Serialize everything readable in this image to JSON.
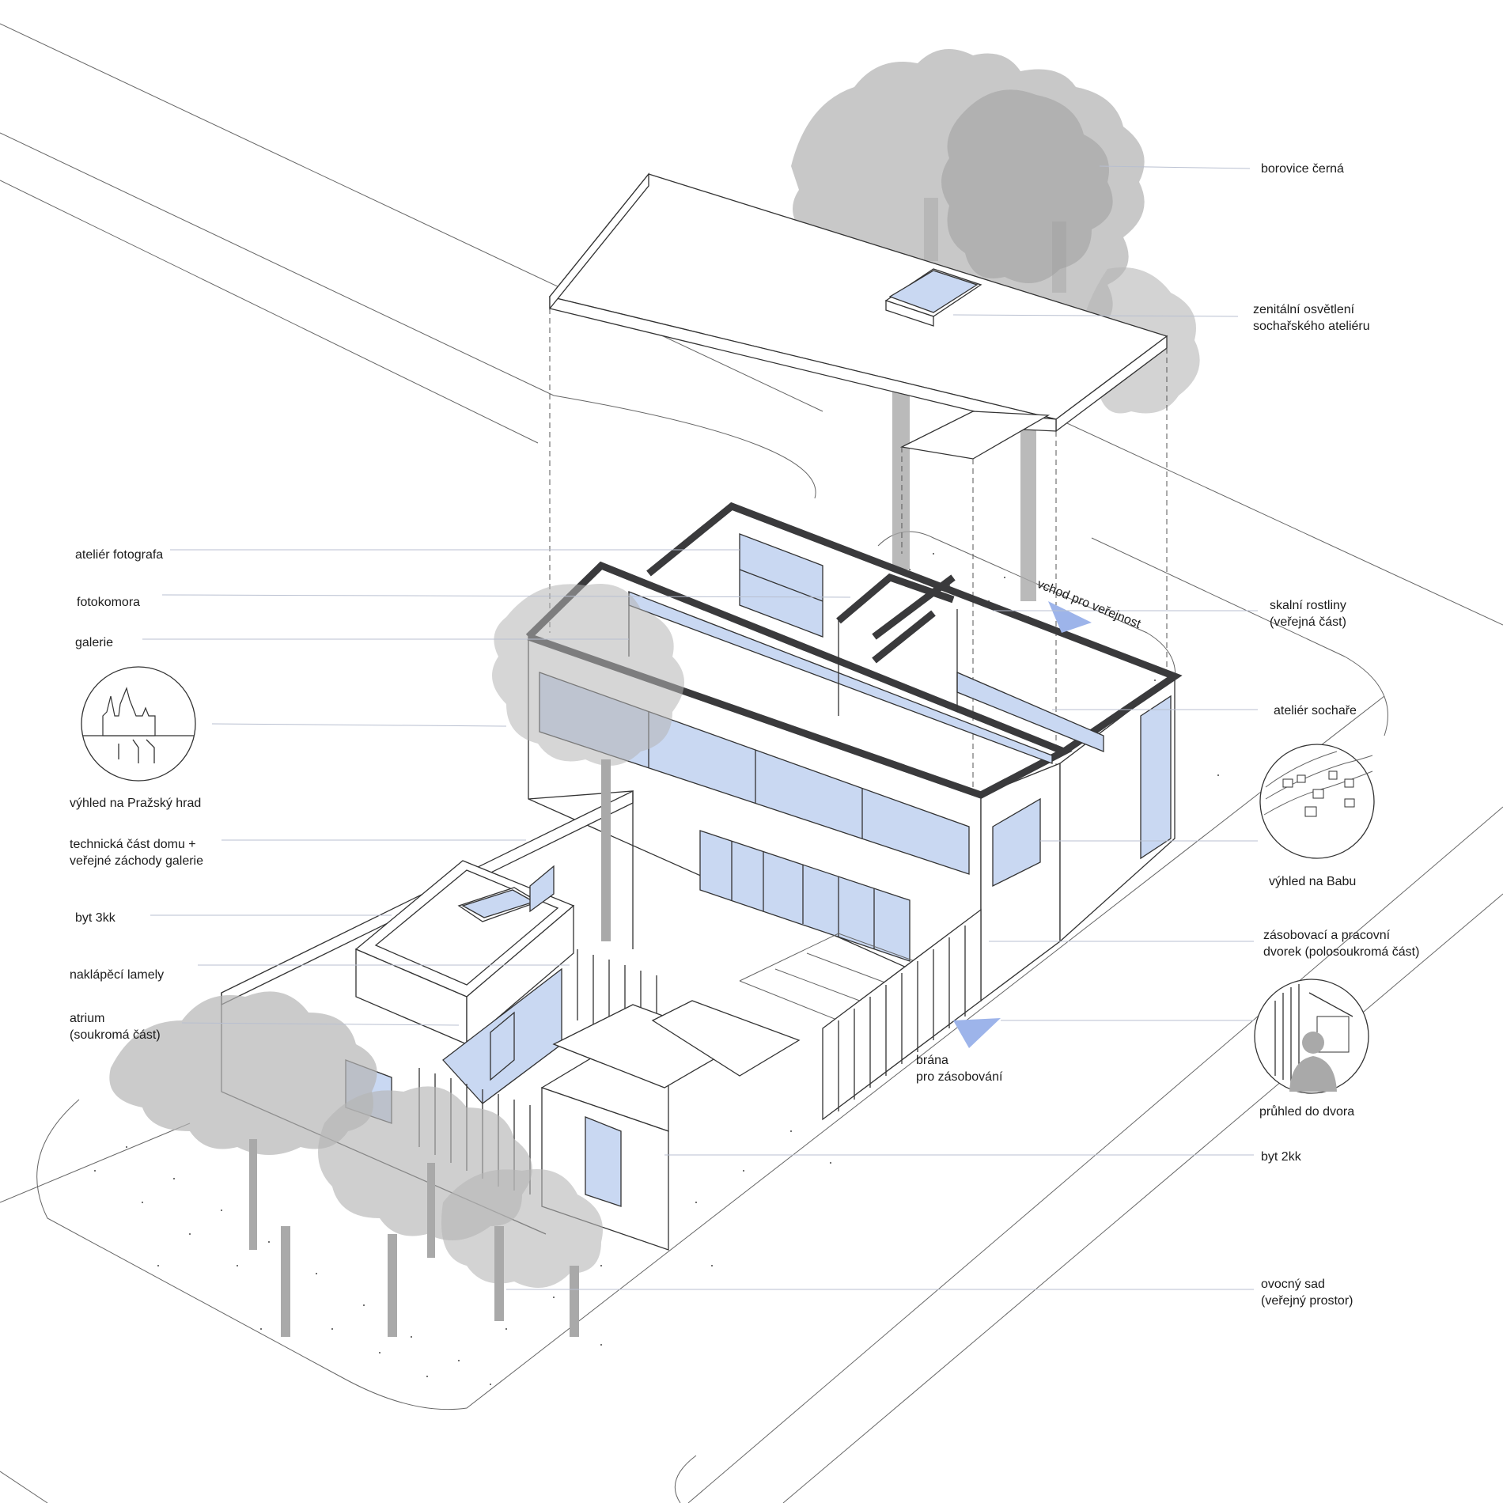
{
  "labels": {
    "borovice": "borovice černá",
    "zenitalni_1": "zenitální osvětlení",
    "zenitalni_2": "sochařského ateliéru",
    "atelier_fotografa": "ateliér fotografa",
    "fotokomora": "fotokomora",
    "galerie": "galerie",
    "skalni_1": "skalní rostliny",
    "skalni_2": "(veřejná část)",
    "vchod": "vchod pro veřejnost",
    "atelier_sochare": "ateliér sochaře",
    "vyhled_hrad": "výhled na Pražský hrad",
    "vyhled_babu": "výhled na Babu",
    "technicka_1": "technická část domu +",
    "technicka_2": "veřejné záchody galerie",
    "byt3kk": "byt 3kk",
    "zasobovaci_1": "zásobovací a pracovní",
    "zasobovaci_2": "dvorek (polosoukromá část)",
    "lamely": "naklápěcí lamely",
    "atrium_1": "atrium",
    "atrium_2": "(soukromá část)",
    "brana_1": "brána",
    "brana_2": "pro zásobování",
    "pruhled": "průhled do dvora",
    "byt2kk": "byt 2kk",
    "sad_1": "ovocný sad",
    "sad_2": "(veřejný prostor)"
  },
  "icons": {
    "castle_view": "castle-view-icon",
    "babu_view": "hillside-houses-icon",
    "courtyard_view": "person-silhouette-icon"
  },
  "colors": {
    "glass": "#c9d8f2",
    "arrow": "#9db4ea",
    "tree": "#b5b5b5",
    "leader": "#b8bfd0"
  }
}
